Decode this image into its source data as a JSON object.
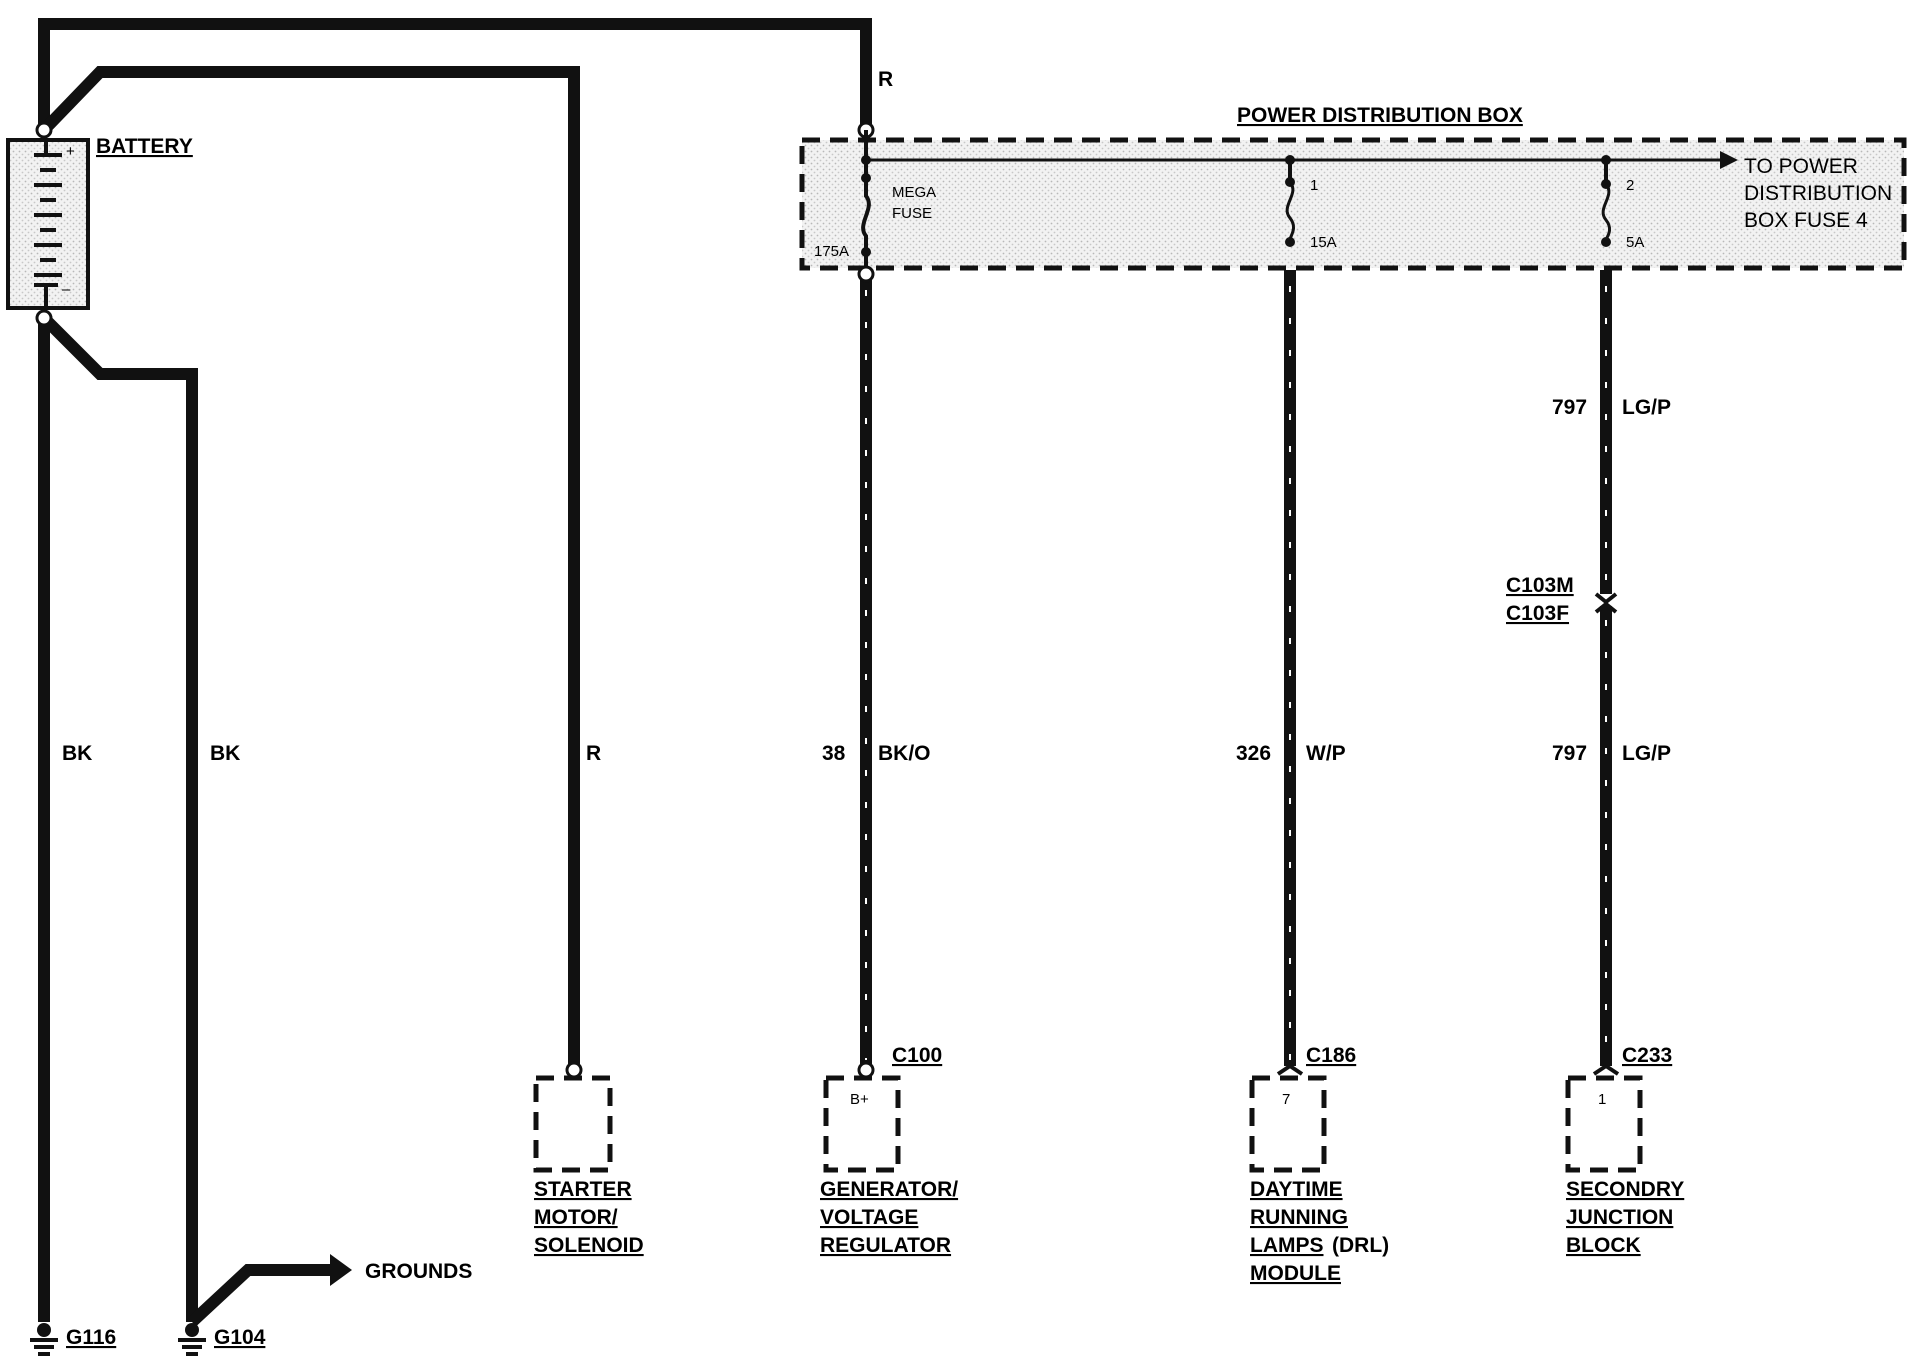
{
  "wire_labels": {
    "bat_top": "R",
    "g116_wire": "BK",
    "g104_wire": "BK",
    "starter_wire": "R",
    "gen_circuit": "38",
    "gen_color": "BK/O",
    "drl_circuit": "326",
    "drl_color": "W/P",
    "sjb_circuit_upper": "797",
    "sjb_color_upper": "LG/P",
    "sjb_circuit_lower": "797",
    "sjb_color_lower": "LG/P"
  },
  "battery": {
    "label": "BATTERY",
    "plus": "+",
    "minus": "–"
  },
  "power_box": {
    "title": "POWER DISTRIBUTION BOX",
    "mega_fuse_line1": "MEGA",
    "mega_fuse_line2": "FUSE",
    "mega_fuse_rating": "175A",
    "fuse1_number": "1",
    "fuse1_rating": "15A",
    "fuse2_number": "2",
    "fuse2_rating": "5A",
    "to_line1": "TO POWER",
    "to_line2": "DISTRIBUTION",
    "to_line3": "BOX FUSE 4"
  },
  "connectors": {
    "c103m": "C103M",
    "c103f": "C103F",
    "c100": "C100",
    "c186": "C186",
    "c233": "C233",
    "gen_pin": "B+",
    "drl_pin": "7",
    "sjb_pin": "1"
  },
  "components": {
    "starter": [
      "STARTER",
      "MOTOR/",
      "SOLENOID"
    ],
    "generator": [
      "GENERATOR/",
      "VOLTAGE",
      "REGULATOR"
    ],
    "drl": [
      "DAYTIME",
      "RUNNING",
      "LAMPS",
      "(DRL)",
      "MODULE"
    ],
    "sjb": [
      "SECONDRY",
      "JUNCTION",
      "BLOCK"
    ]
  },
  "grounds": {
    "label": "GROUNDS",
    "g116": "G116",
    "g104": "G104"
  }
}
